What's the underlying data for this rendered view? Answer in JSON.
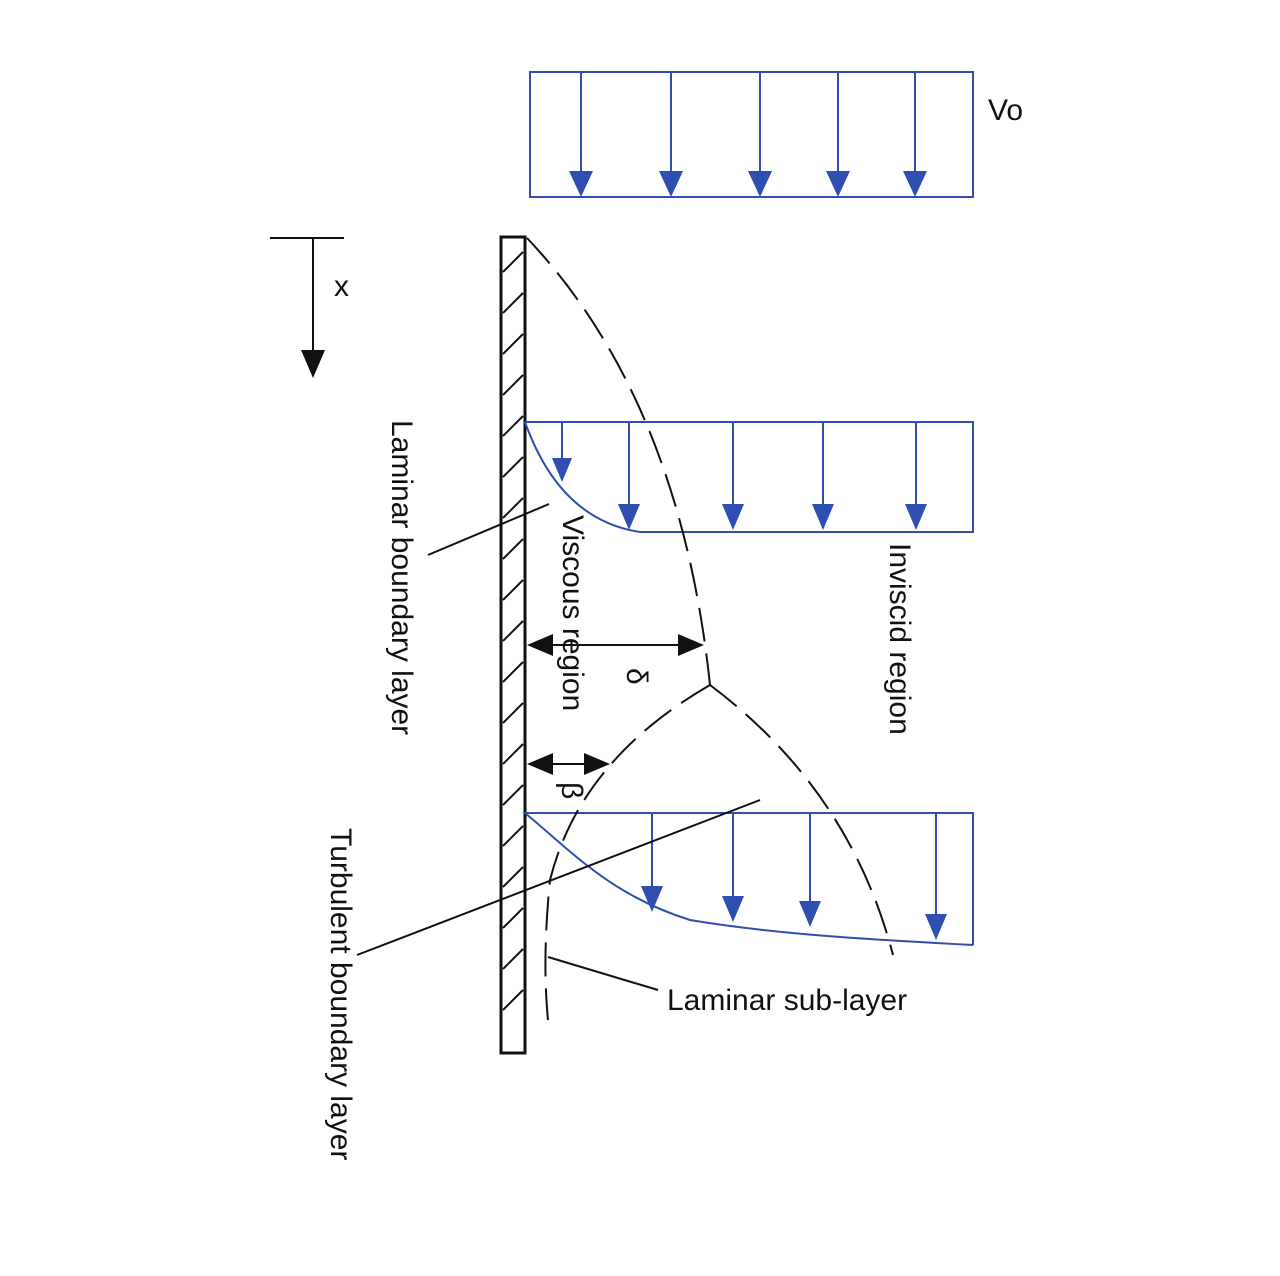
{
  "colors": {
    "flow": "#2f4fb0",
    "ink": "#111111",
    "background": "#ffffff"
  },
  "labels": {
    "freestream_velocity": "Vo",
    "x_axis": "x",
    "laminar_boundary_layer": "Laminar boundary layer",
    "turbulent_boundary_layer": "Turbulent boundary layer",
    "viscous_region": "Viscous region",
    "inviscid_region": "Inviscid region",
    "delta": "δ",
    "beta": "β",
    "laminar_sublayer": "Laminar sub-layer"
  }
}
